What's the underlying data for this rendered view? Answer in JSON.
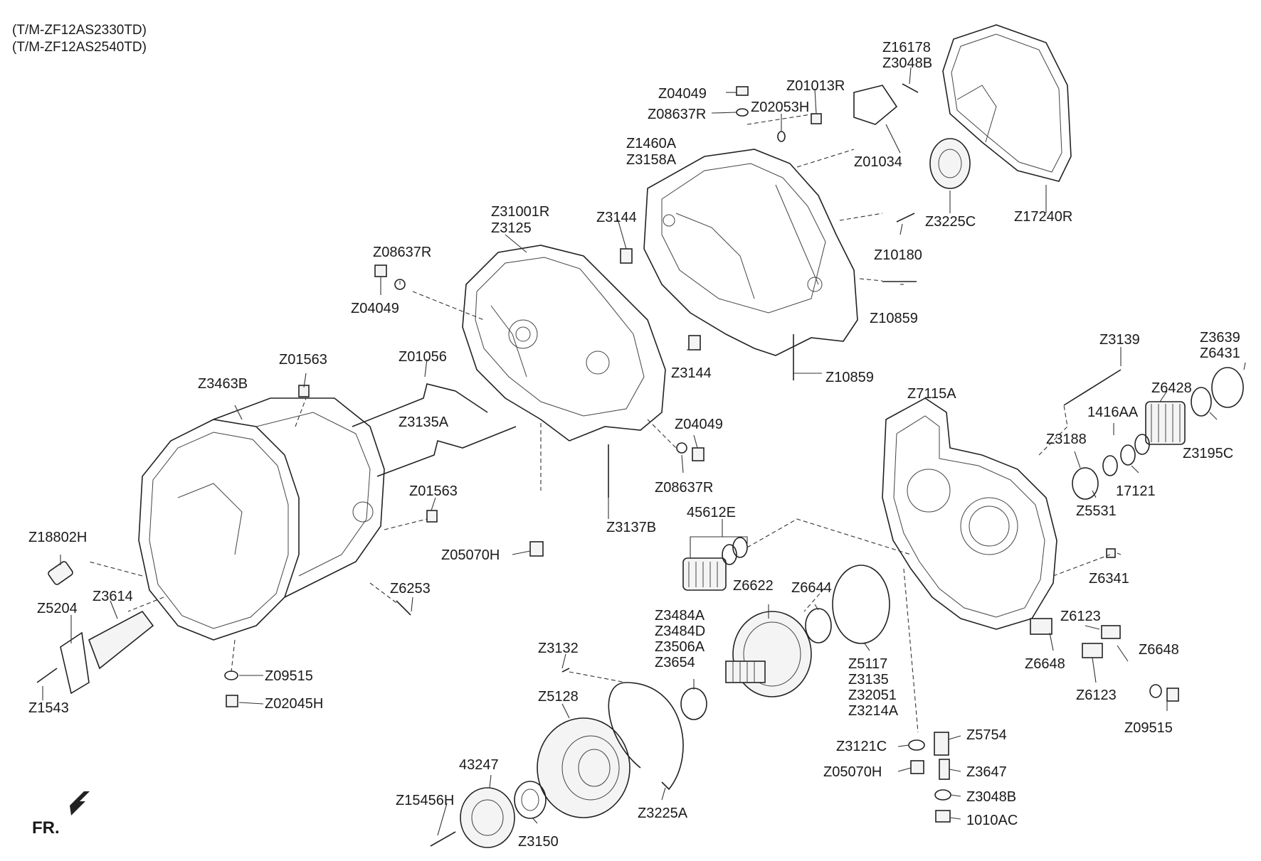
{
  "header": {
    "model_line_1": "(T/M-ZF12AS2330TD)",
    "model_line_2": "(T/M-ZF12AS2540TD)"
  },
  "front_marker": "FR.",
  "labels": {
    "z16178": "Z16178",
    "z3048b_top": "Z3048B",
    "z04049_top": "Z04049",
    "z01013r": "Z01013R",
    "z08637r_top": "Z08637R",
    "z02053h": "Z02053H",
    "z1460a": "Z1460A",
    "z3158a": "Z3158A",
    "z01034": "Z01034",
    "z3225c": "Z3225C",
    "z17240r": "Z17240R",
    "z31001r": "Z31001R",
    "z3125": "Z3125",
    "z3144_top": "Z3144",
    "z10180": "Z10180",
    "z08637r_left": "Z08637R",
    "z04049_left": "Z04049",
    "z10859_a": "Z10859",
    "z10859_b": "Z10859",
    "z01563_top": "Z01563",
    "z01056": "Z01056",
    "z3144_mid": "Z3144",
    "z3463b": "Z3463B",
    "z3135a": "Z3135A",
    "z04049_mid": "Z04049",
    "z08637r_mid": "Z08637R",
    "z3137b": "Z3137B",
    "z01563_mid": "Z01563",
    "z05070h_mid": "Z05070H",
    "z18802h": "Z18802H",
    "z3614": "Z3614",
    "z5204": "Z5204",
    "z6253": "Z6253",
    "z09515_left": "Z09515",
    "z02045h": "Z02045H",
    "z1543": "Z1543",
    "z3139": "Z3139",
    "z3639": "Z3639",
    "z6431": "Z6431",
    "z6428": "Z6428",
    "z7115a": "Z7115A",
    "n1416aa": "1416AA",
    "z3188": "Z3188",
    "z3195c": "Z3195C",
    "n17121": "17121",
    "z5531": "Z5531",
    "n45612e": "45612E",
    "z6341": "Z6341",
    "z6622": "Z6622",
    "z6644": "Z6644",
    "z3484a": "Z3484A",
    "z3484d": "Z3484D",
    "z3506a": "Z3506A",
    "z3654": "Z3654",
    "z6123_a": "Z6123",
    "z6648_a": "Z6648",
    "z6648_b": "Z6648",
    "z6123_b": "Z6123",
    "z09515_right": "Z09515",
    "z3132": "Z3132",
    "z5128": "Z5128",
    "z5117": "Z5117",
    "z3135": "Z3135",
    "z32051": "Z32051",
    "z3214a": "Z3214A",
    "z5754": "Z5754",
    "z3121c": "Z3121C",
    "z05070h_right": "Z05070H",
    "z3647": "Z3647",
    "z3048b_bottom": "Z3048B",
    "n1010ac": "1010AC",
    "n43247": "43247",
    "z15456h": "Z15456H",
    "z3225a": "Z3225A",
    "z3150": "Z3150"
  }
}
